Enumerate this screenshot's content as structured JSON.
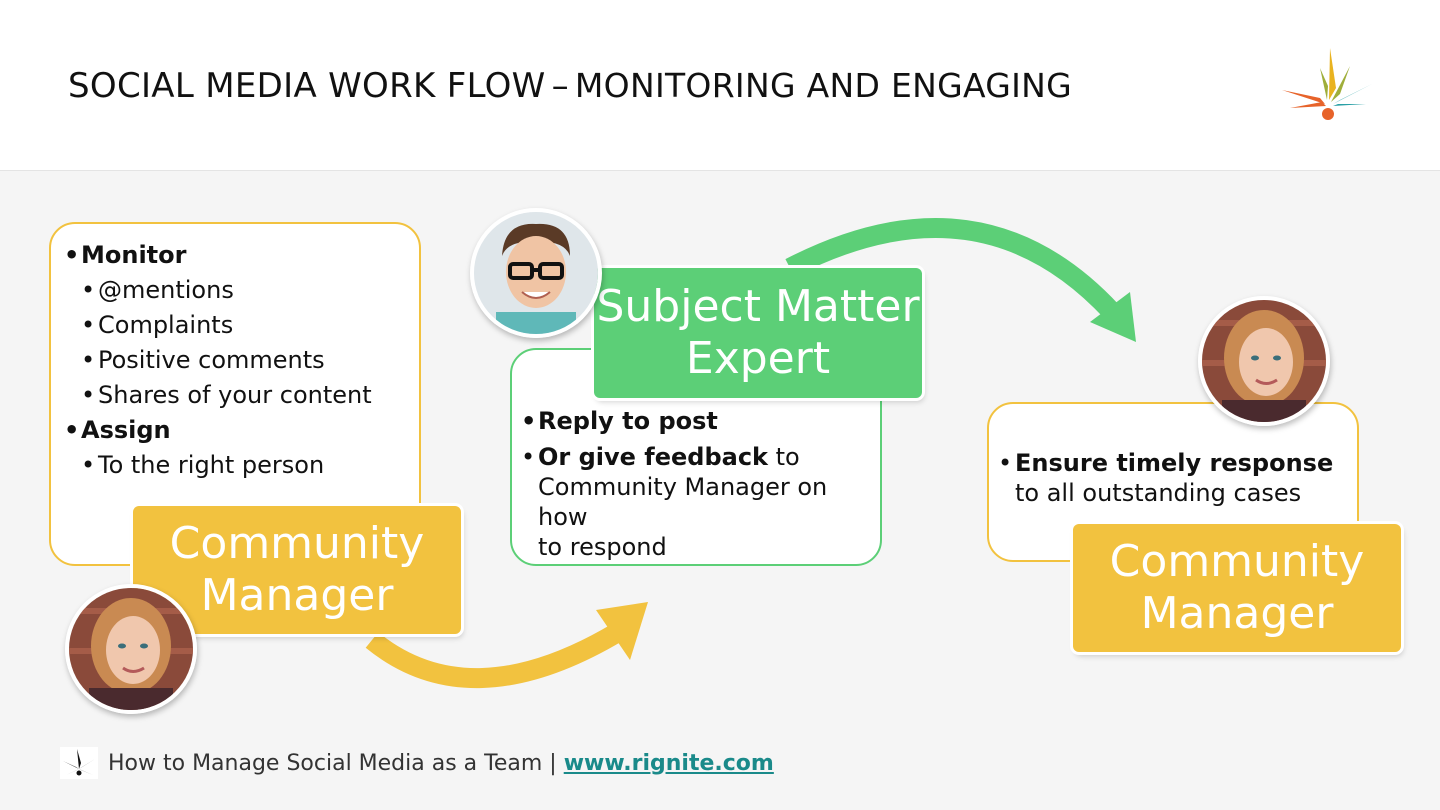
{
  "slide": {
    "title_main": "SOCIAL MEDIA WORK FLOW",
    "title_sep": "–",
    "title_sub": "MONITORING AND ENGAGING"
  },
  "colors": {
    "yellow": "#f2c23f",
    "green": "#5ccf77",
    "link": "#1a8a8a",
    "logo_orange": "#e7632a",
    "logo_yellow": "#e9b320",
    "logo_teal": "#2aa0a6",
    "logo_olive": "#9fae3a"
  },
  "step1": {
    "role_line1": "Community",
    "role_line2": "Manager",
    "avatar_icon": "woman-avatar-icon",
    "items": [
      {
        "text": "Monitor",
        "bold": true
      },
      {
        "text": "@mentions"
      },
      {
        "text": "Complaints"
      },
      {
        "text": "Positive comments"
      },
      {
        "text": "Shares of your content"
      },
      {
        "text": "Assign",
        "bold": true
      },
      {
        "text": "To the right person"
      }
    ]
  },
  "step2": {
    "role_line1": "Subject Matter",
    "role_line2": "Expert",
    "avatar_icon": "man-glasses-avatar-icon",
    "item1": "Reply to post",
    "item2_bold": "Or give feedback",
    "item2_rest": " to",
    "item2_line2": "Community Manager on how",
    "item2_line3": "to respond"
  },
  "step3": {
    "role_line1": "Community",
    "role_line2": "Manager",
    "avatar_icon": "woman-avatar-icon",
    "item_bold": "Ensure timely response",
    "item_rest": "to all outstanding cases"
  },
  "footer": {
    "icon": "rignite-logo-icon",
    "text": "How to Manage Social Media as a Team |",
    "link": "www.rignite.com"
  }
}
